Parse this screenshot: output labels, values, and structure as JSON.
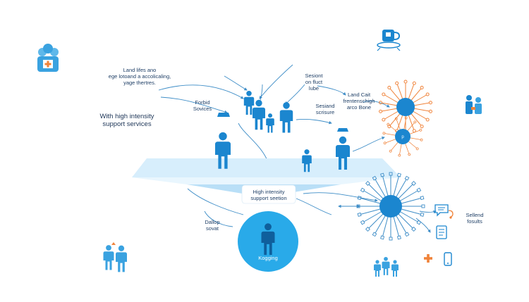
{
  "labels": {
    "top_left_note": "Land lifes ano\nege lotoand a accolicaling,\nyage thertres.",
    "high_intensity_left": "With high intensity\nsupport services",
    "forbid_service": "Forbid\nSovices",
    "session_top": "Sesiont\non fluct\nlube",
    "land_cait": "Land Cait\nfrentenschigh\narco Bone",
    "support_scrisure": "Sesiand\nscrisure",
    "center_support_section": "High intensity\nsupport seetion",
    "dallop_sovat": "Dallop\nsovat",
    "kogging": "Kogging",
    "sellend_fosults": "Sellend\nfosults"
  },
  "colors": {
    "primary_blue": "#1b86cf",
    "light_blue": "#29aae9",
    "platform_blue": "#d7eefc",
    "orange": "#f0833a",
    "line_blue": "#3e8dc7"
  },
  "icons": {
    "family_top_left": "family-care-icon",
    "cup_top_right": "coffee-cup-icon",
    "support_right": "caregiver-icon",
    "pair_bottom_left": "two-people-icon",
    "chat": "chat-bubble-icon",
    "document": "document-icon",
    "plus": "plus-icon",
    "phone": "smartphone-icon",
    "group_bottom": "group-icon"
  }
}
